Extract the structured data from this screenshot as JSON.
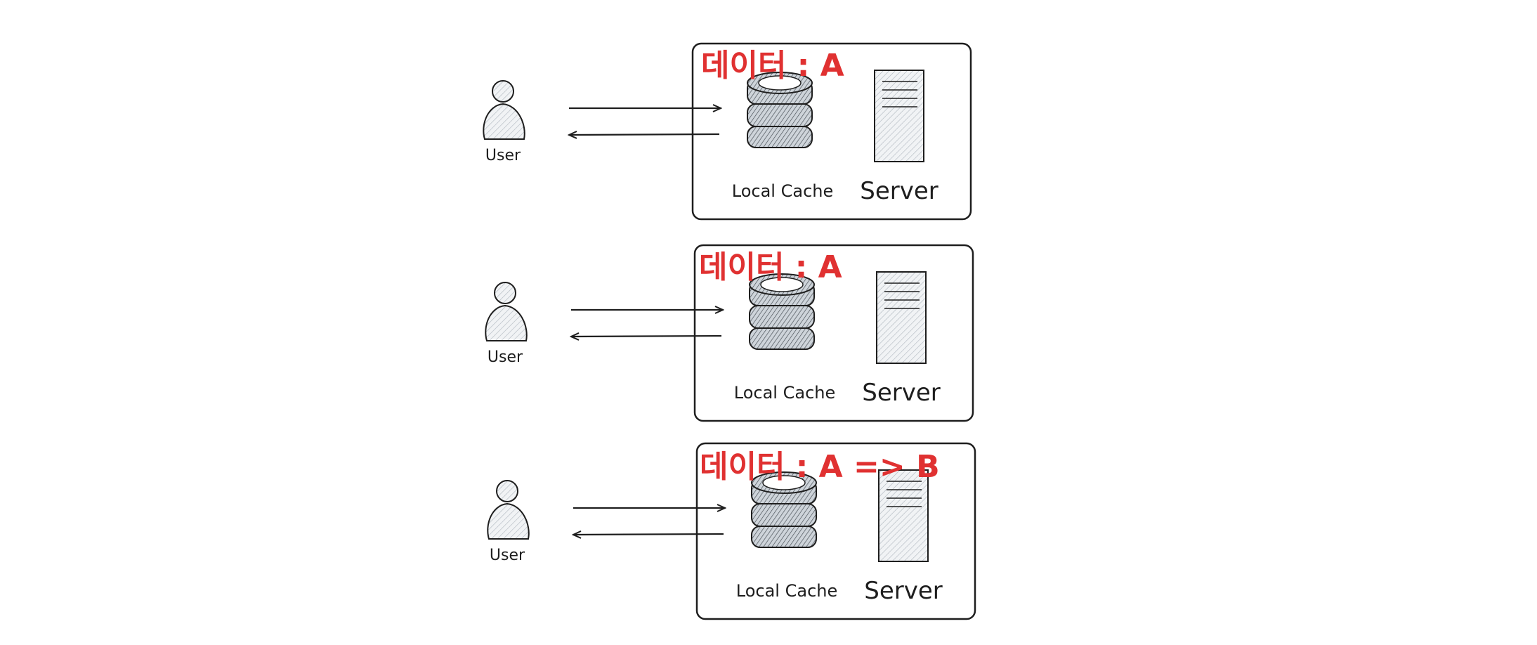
{
  "panels": [
    {
      "user_label": "User",
      "cache_label": "Local Cache",
      "server_label": "Server",
      "data_label": "데이터 : A"
    },
    {
      "user_label": "User",
      "cache_label": "Local Cache",
      "server_label": "Server",
      "data_label": "데이터 : A"
    },
    {
      "user_label": "User",
      "cache_label": "Local Cache",
      "server_label": "Server",
      "data_label": "데이터 : A => B"
    }
  ],
  "colors": {
    "stroke": "#1e1e1e",
    "accent": "#e03131",
    "fill": "#e9ecef"
  }
}
